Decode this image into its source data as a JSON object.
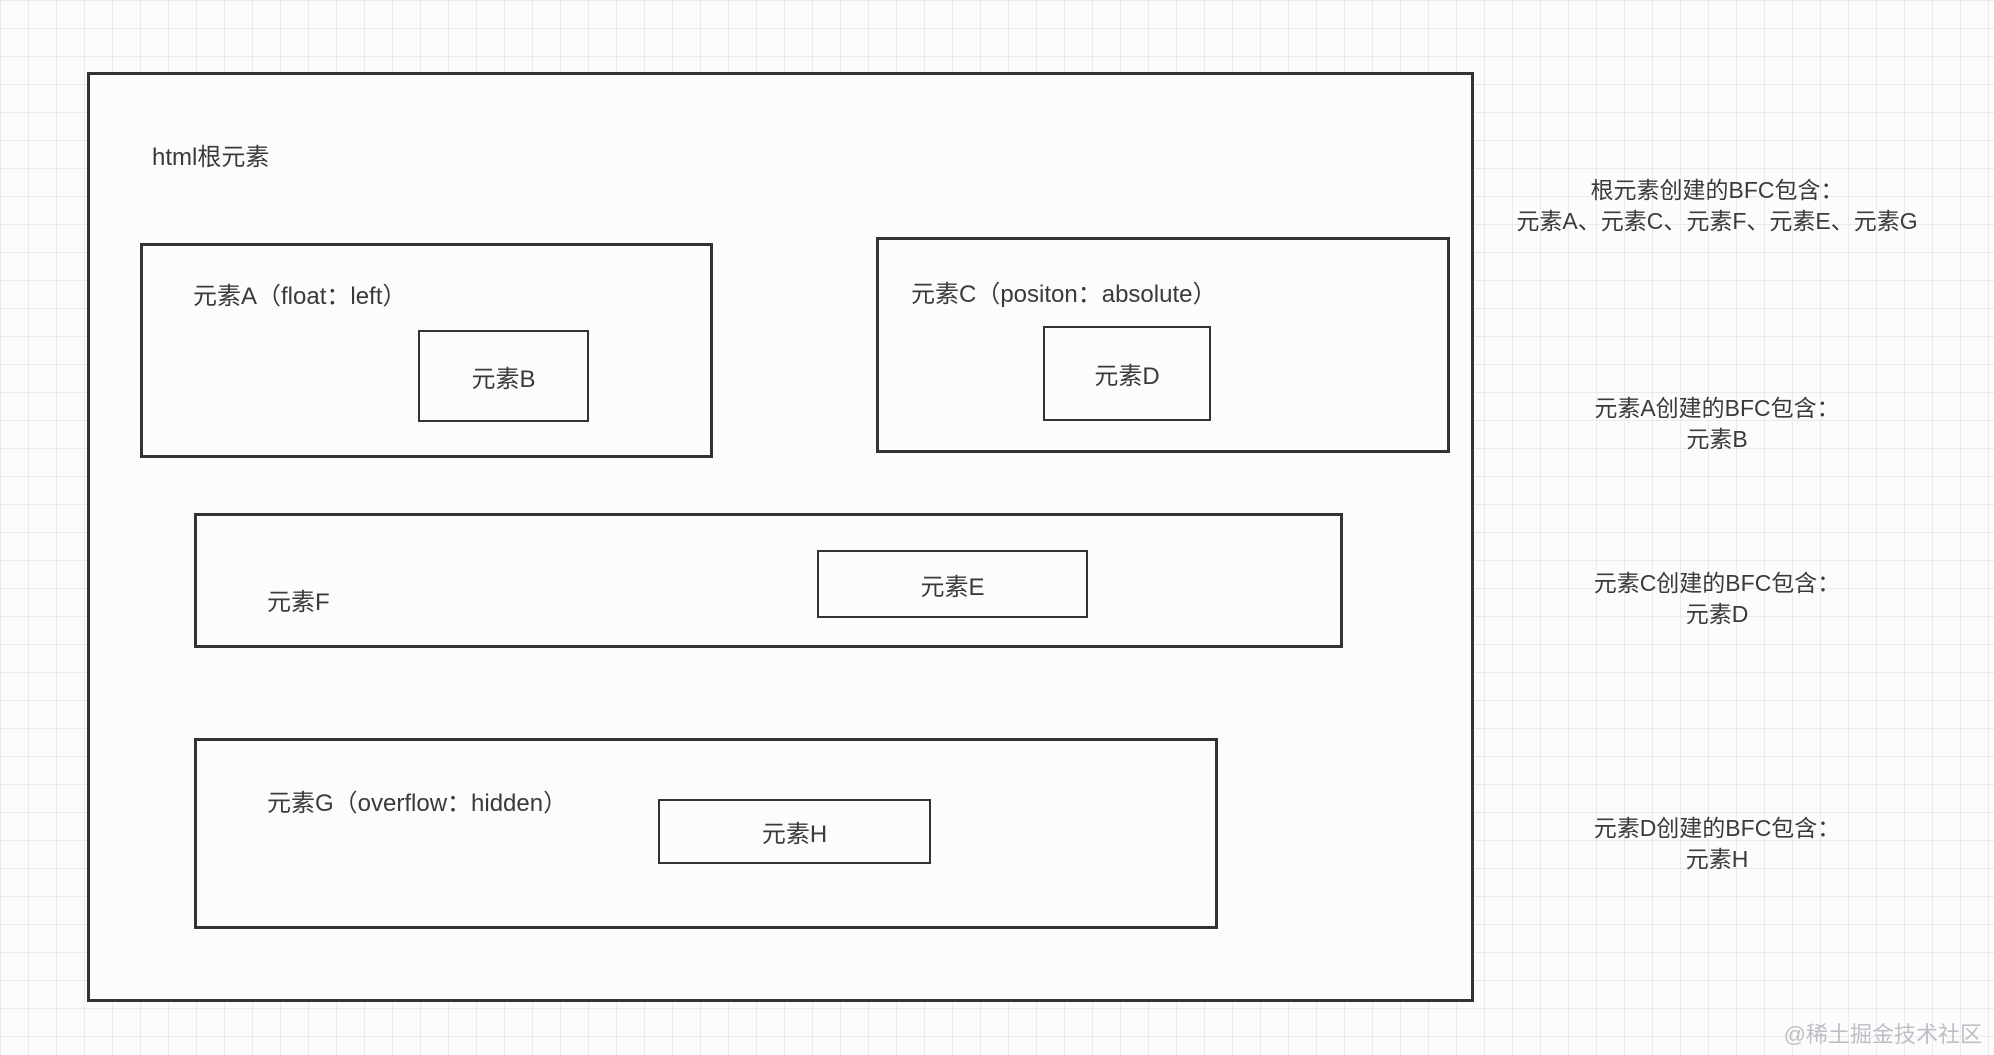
{
  "diagram": {
    "root_label": "html根元素",
    "boxes": {
      "a": {
        "label": "元素A（float：left）"
      },
      "b": {
        "label": "元素B"
      },
      "c": {
        "label": "元素C（positon：absolute）"
      },
      "d": {
        "label": "元素D"
      },
      "f": {
        "label": "元素F"
      },
      "e": {
        "label": "元素E"
      },
      "g": {
        "label": "元素G（overflow：hidden）"
      },
      "h": {
        "label": "元素H"
      }
    }
  },
  "annotations": [
    {
      "title": "根元素创建的BFC包含：",
      "content": "元素A、元素C、元素F、元素E、元素G"
    },
    {
      "title": "元素A创建的BFC包含：",
      "content": "元素B"
    },
    {
      "title": "元素C创建的BFC包含：",
      "content": "元素D"
    },
    {
      "title": "元素D创建的BFC包含：",
      "content": "元素H"
    }
  ],
  "watermark": "@稀土掘金技术社区",
  "colors": {
    "background": "#fcfcfc",
    "grid_line": "#ebebeb",
    "box_border": "#333333",
    "text": "#3a3a3a",
    "watermark": "#bcc0c6"
  }
}
